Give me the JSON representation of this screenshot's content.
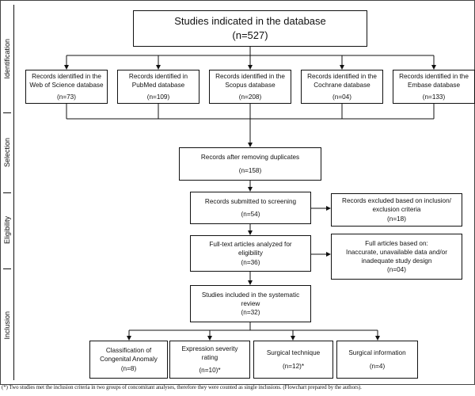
{
  "stages": {
    "identification": "Identification",
    "selection": "Selection",
    "eligibility": "Eligibility",
    "inclusion": "Inclusion"
  },
  "top": {
    "title": "Studies indicated in the database",
    "count": "(n=527)"
  },
  "databases": [
    {
      "lines": [
        "Records identified in the",
        "Web of Science database"
      ],
      "count": "(n=73)"
    },
    {
      "lines": [
        "Records identified in",
        "PubMed database"
      ],
      "count": "(n=109)"
    },
    {
      "lines": [
        "Records identified in the",
        "Scopus database"
      ],
      "count": "(n=208)"
    },
    {
      "lines": [
        "Records identified in the",
        "Cochrane database"
      ],
      "count": "(n=04)"
    },
    {
      "lines": [
        "Records identified in the",
        "Embase database"
      ],
      "count": "(n=133)"
    }
  ],
  "duplicates": {
    "label": "Records after removing duplicates",
    "count": "(n=158)"
  },
  "screening": {
    "label": "Records submitted to screening",
    "count": "(n=54)"
  },
  "excluded": {
    "lines": [
      "Records excluded based on inclusion/",
      "exclusion criteria"
    ],
    "count": "(n=18)"
  },
  "fulltext": {
    "lines": [
      "Full-text articles analyzed for",
      "eligibility"
    ],
    "count": "(n=36)"
  },
  "full_articles": {
    "lines": [
      "Full articles based on:",
      "Inaccurate, unavailable data and/or",
      "inadequate study design"
    ],
    "count": "(n=04)"
  },
  "included": {
    "lines": [
      "Studies included in the systematic",
      "review"
    ],
    "count": "(n=32)"
  },
  "categories": [
    {
      "lines": [
        "Classification of",
        "Congenital Anomaly"
      ],
      "count": "(n=8)"
    },
    {
      "lines": [
        "Expression severity rating"
      ],
      "count": "(n=10)*"
    },
    {
      "lines": [
        "Surgical technique"
      ],
      "count": "(n=12)*"
    },
    {
      "lines": [
        "Surgical information"
      ],
      "count": "(n=4)"
    }
  ],
  "footnote": "(*) Two studies met the inclusion criteria in two groups of concomitant analyses, therefore they were counted as single inclusions. (Flowchart prepared by the authors)."
}
